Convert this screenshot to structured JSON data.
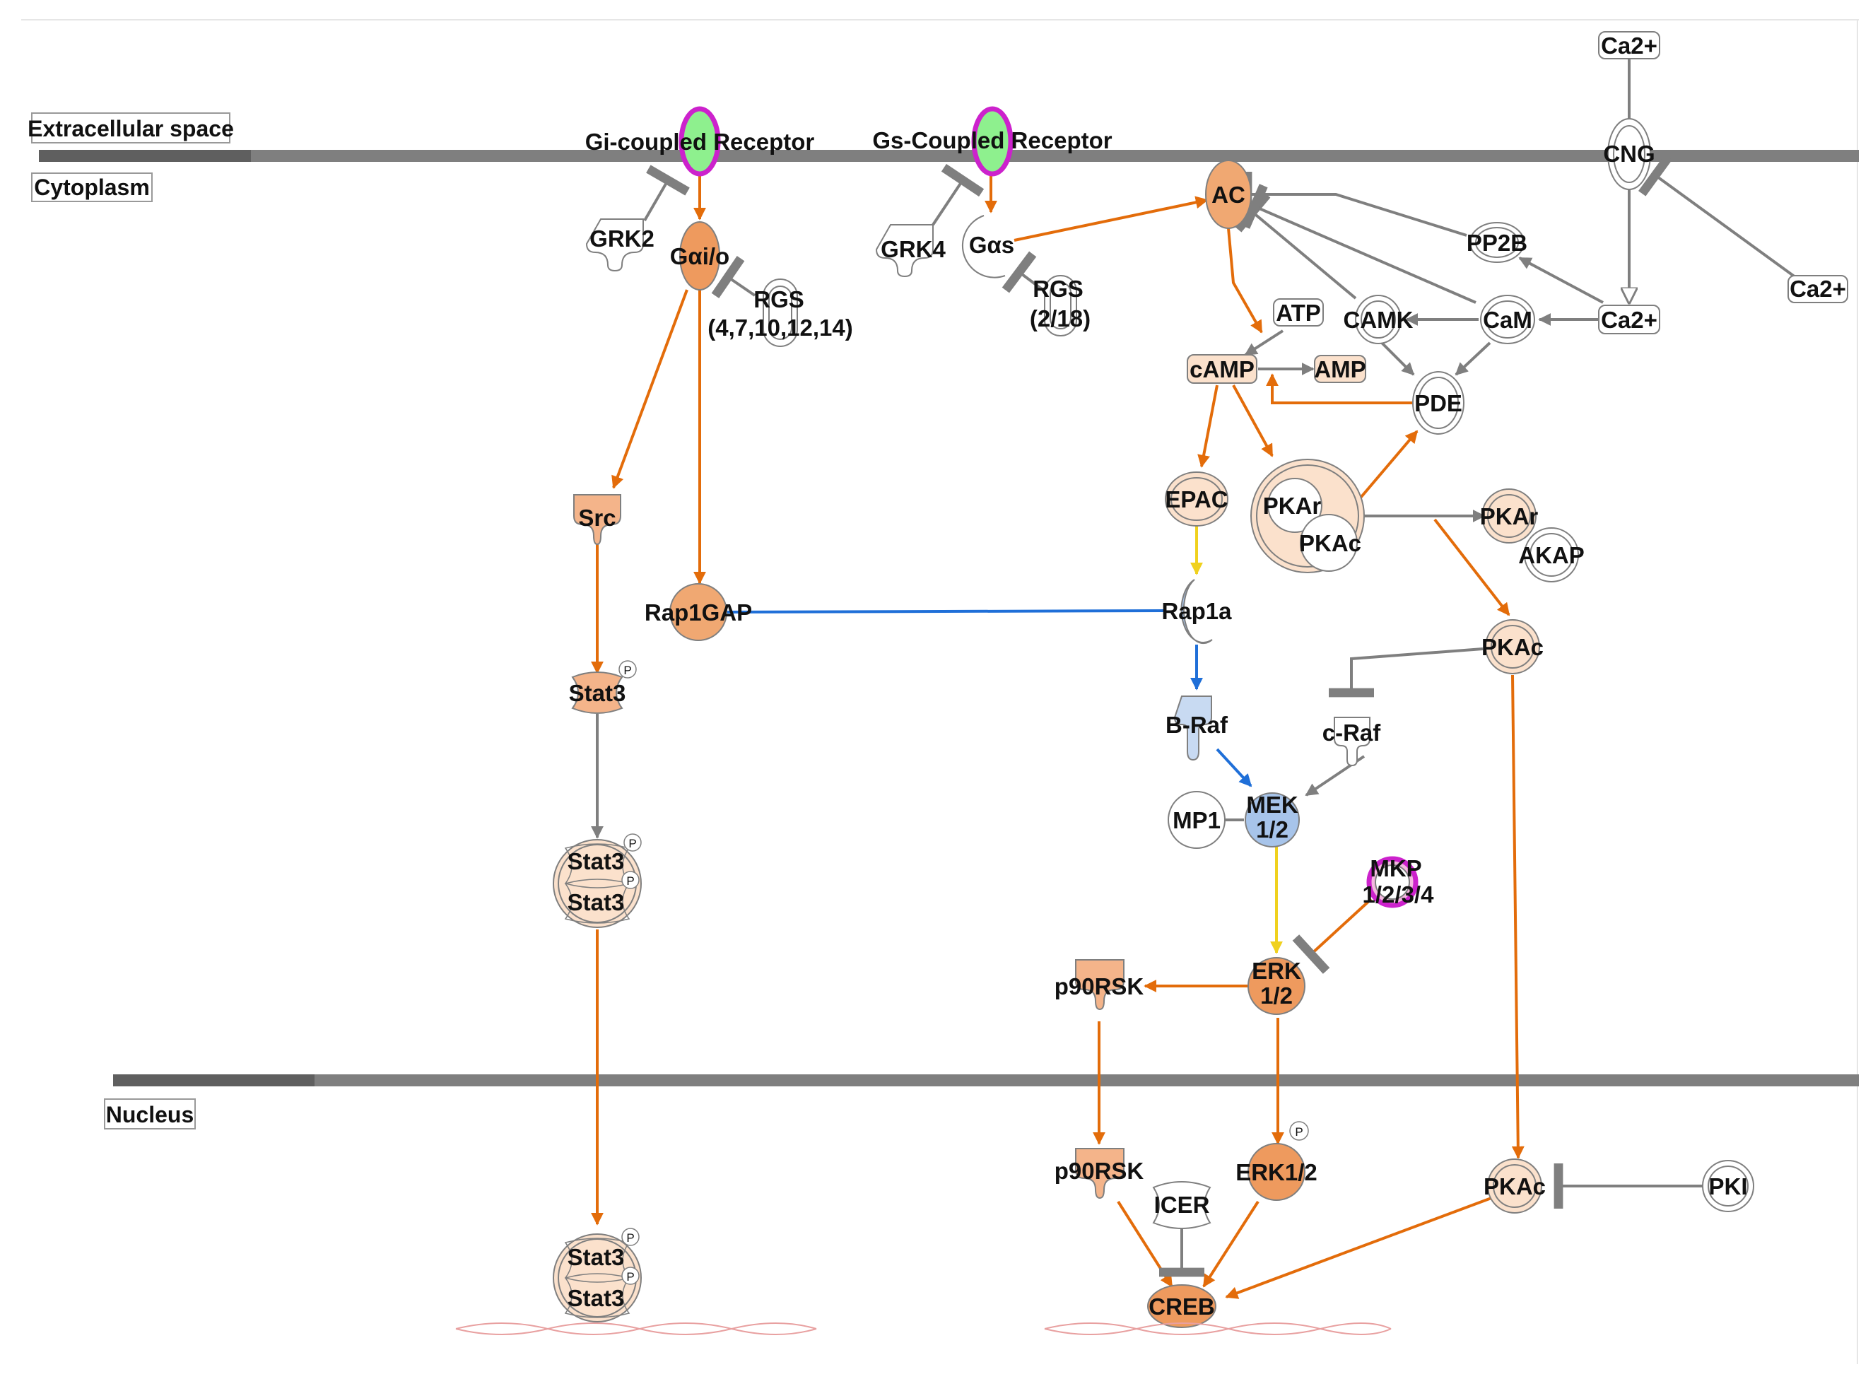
{
  "compartments": {
    "extracellular": "Extracellular space",
    "cytoplasm": "Cytoplasm",
    "nucleus": "Nucleus"
  },
  "nodes": {
    "gi_receptor": "Gi-coupled Receptor",
    "gs_receptor": "Gs-Coupled Receptor",
    "ca2_top": "Ca2+",
    "cng": "CNG",
    "grk2": "GRK2",
    "gai": "Gαi/o",
    "rgs1_a": "RGS",
    "rgs1_b": "(4,7,10,12,14)",
    "grk4": "GRK4",
    "gas": "Gαs",
    "rgs2_a": "RGS",
    "rgs2_b": "(2/18)",
    "ac": "AC",
    "pp2b": "PP2B",
    "ca2_right": "Ca2+",
    "atp": "ATP",
    "camk": "CAMK",
    "cam": "CaM",
    "ca2_mid": "Ca2+",
    "camp": "cAMP",
    "amp": "AMP",
    "pde": "PDE",
    "epac": "EPAC",
    "pkar_complex": "PKAr",
    "pkac_complex": "PKAc",
    "pkar": "PKAr",
    "akap": "AKAP",
    "src": "Src",
    "rap1gap": "Rap1GAP",
    "rap1a": "Rap1a",
    "pkac_cyto": "PKAc",
    "stat3": "Stat3",
    "braf": "B-Raf",
    "craf": "c-Raf",
    "mp1": "MP1",
    "mek_a": "MEK",
    "mek_b": "1/2",
    "stat3_dimer_a": "Stat3",
    "stat3_dimer_b": "Stat3",
    "mkp_a": "MKP",
    "mkp_b": "1/2/3/4",
    "p90rsk_cyto": "p90RSK",
    "erk_a": "ERK",
    "erk_b": "1/2",
    "p90rsk_nuc": "p90RSK",
    "erk_nuc": "ERK1/2",
    "icer": "ICER",
    "pkac_nuc": "PKAc",
    "pki": "PKI",
    "stat3_nuc_a": "Stat3",
    "stat3_nuc_b": "Stat3",
    "creb": "CREB",
    "phospho": "P"
  },
  "colors": {
    "membrane": "#7f7f7f",
    "membrane_dark": "#595959",
    "activation": "#e36c0a",
    "neutral": "#7f7f7f",
    "blue": "#1f6fd8",
    "yellow": "#f0d11e",
    "receptor_fill": "#8ef08e",
    "receptor_ring": "#cc22cc",
    "dark_orange": "#ee9a5e",
    "mid_orange": "#f4b48a",
    "light_orange": "#fbe1cc",
    "light_blue": "#a7c4ea",
    "dna": "#e8a0a0"
  }
}
